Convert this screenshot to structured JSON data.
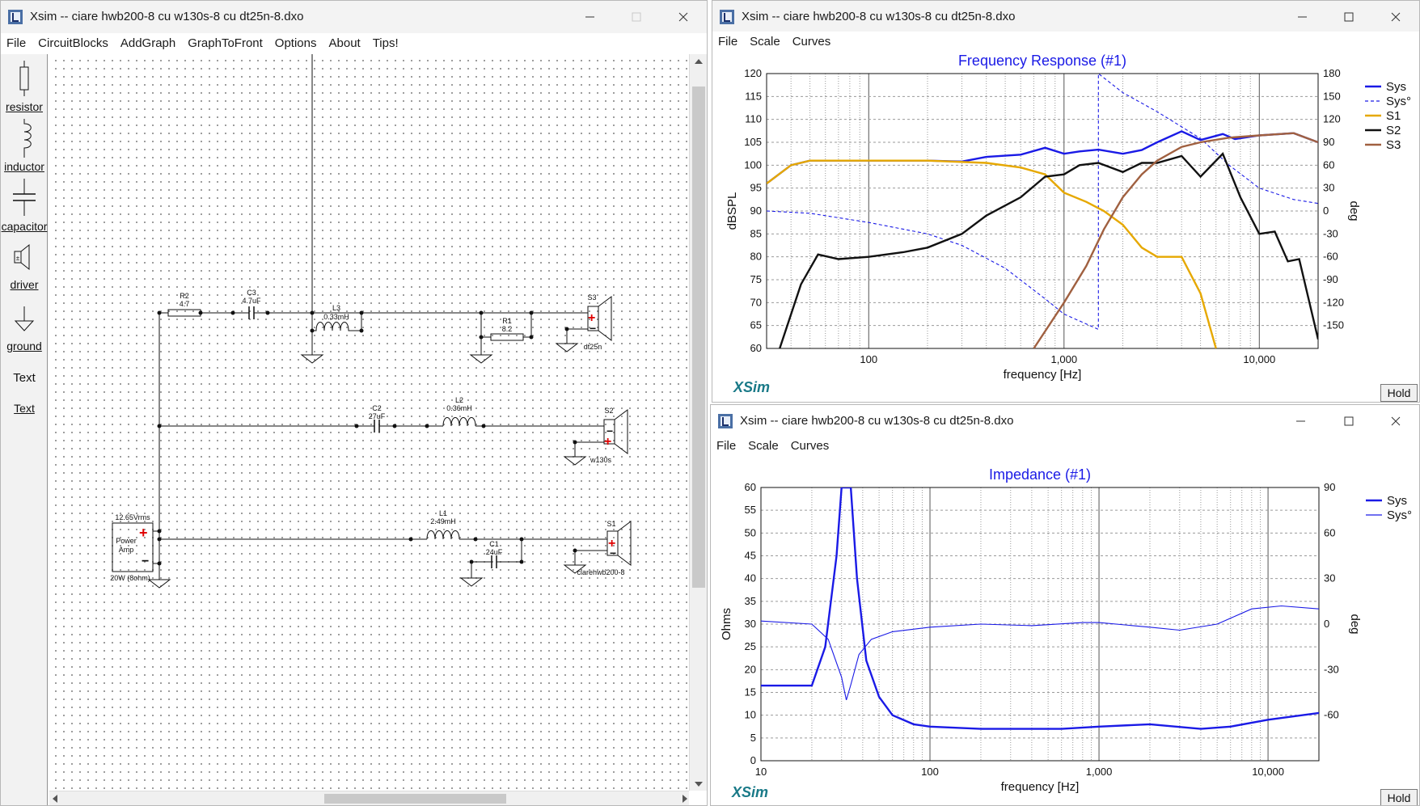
{
  "windows": {
    "main": {
      "title": "Xsim -- ciare hwb200-8 cu w130s-8 cu dt25n-8.dxo",
      "menu": [
        "File",
        "CircuitBlocks",
        "AddGraph",
        "GraphToFront",
        "Options",
        "About",
        "Tips!"
      ]
    },
    "freq": {
      "title": "Xsim -- ciare hwb200-8 cu w130s-8 cu dt25n-8.dxo",
      "menu": [
        "File",
        "Scale",
        "Curves"
      ],
      "logo": "XSim",
      "hold": "Hold"
    },
    "imp": {
      "title": "Xsim -- ciare hwb200-8 cu w130s-8 cu dt25n-8.dxo",
      "menu": [
        "File",
        "Scale",
        "Curves"
      ],
      "logo": "XSim",
      "hold": "Hold"
    }
  },
  "palette": [
    {
      "label": "resistor",
      "icon": "resistor-icon"
    },
    {
      "label": "inductor",
      "icon": "inductor-icon"
    },
    {
      "label": "capacitor",
      "icon": "capacitor-icon"
    },
    {
      "label": "driver",
      "icon": "driver-icon"
    },
    {
      "label": "ground",
      "icon": "ground-icon"
    },
    {
      "label": "Text",
      "icon": "text-tool"
    },
    {
      "label": "Text",
      "icon": "text-tool-underlined"
    }
  ],
  "schematic": {
    "r2": {
      "name": "R2",
      "value": "4.7"
    },
    "c3": {
      "name": "C3",
      "value": "4.7uF"
    },
    "l3": {
      "name": "L3",
      "value": "0.33mH"
    },
    "r1": {
      "name": "R1",
      "value": "8.2"
    },
    "s3": {
      "name": "S3",
      "model": "dt25n"
    },
    "c2": {
      "name": "C2",
      "value": "27uF"
    },
    "l2": {
      "name": "L2",
      "value": "0.36mH"
    },
    "s2": {
      "name": "S2",
      "model": "w130s"
    },
    "l1": {
      "name": "L1",
      "value": "2.49mH"
    },
    "c1": {
      "name": "C1",
      "value": "24uF"
    },
    "s1": {
      "name": "S1",
      "model": "ciarehwb200-8"
    },
    "amp": {
      "line1": "Power",
      "line2": "Amp",
      "voltage": "12.65Vrms",
      "power": "20W (8ohm)"
    }
  },
  "chart_data": [
    {
      "type": "line",
      "title": "Frequency Response (#1)",
      "xlabel": "frequency [Hz]",
      "ylabel": "dBSPL",
      "y2label": "deg",
      "xscale": "log",
      "xlim": [
        30,
        20000
      ],
      "ylim": [
        60,
        120
      ],
      "y2lim": [
        -180,
        180
      ],
      "xticks": [
        "100",
        "1,000",
        "10,000"
      ],
      "yticks": [
        60,
        65,
        70,
        75,
        80,
        85,
        90,
        95,
        100,
        105,
        110,
        115,
        120
      ],
      "y2ticks": [
        -150,
        -120,
        -90,
        -60,
        -30,
        0,
        30,
        60,
        90,
        120,
        150,
        180
      ],
      "grid": true,
      "legend": "right",
      "series": [
        {
          "name": "Sys",
          "color": "#1a1ae6",
          "style": "solid",
          "axis": "left",
          "points": [
            [
              30,
              96
            ],
            [
              40,
              100
            ],
            [
              50,
              101
            ],
            [
              100,
              101
            ],
            [
              200,
              101
            ],
            [
              300,
              100.8
            ],
            [
              400,
              101.8
            ],
            [
              600,
              102.3
            ],
            [
              800,
              103.8
            ],
            [
              1000,
              102.5
            ],
            [
              1200,
              103
            ],
            [
              1500,
              103.4
            ],
            [
              2000,
              102.5
            ],
            [
              2500,
              103.3
            ],
            [
              3000,
              105
            ],
            [
              4000,
              107.4
            ],
            [
              5000,
              105.5
            ],
            [
              6500,
              106.8
            ],
            [
              7500,
              105.7
            ],
            [
              10000,
              106.5
            ],
            [
              15000,
              107
            ],
            [
              20000,
              105
            ]
          ]
        },
        {
          "name": "Sys°",
          "color": "#1a1ae6",
          "style": "dashed",
          "axis": "right",
          "points": [
            [
              30,
              0
            ],
            [
              50,
              -3
            ],
            [
              100,
              -15
            ],
            [
              200,
              -30
            ],
            [
              300,
              -45
            ],
            [
              500,
              -75
            ],
            [
              800,
              -115
            ],
            [
              1000,
              -135
            ],
            [
              1500,
              -155
            ],
            [
              1500,
              180
            ],
            [
              2000,
              155
            ],
            [
              3000,
              130
            ],
            [
              5000,
              95
            ],
            [
              7000,
              60
            ],
            [
              10000,
              30
            ],
            [
              15000,
              15
            ],
            [
              20000,
              10
            ]
          ]
        },
        {
          "name": "S1",
          "color": "#e6a800",
          "style": "solid",
          "axis": "left",
          "points": [
            [
              30,
              96
            ],
            [
              40,
              100
            ],
            [
              50,
              101
            ],
            [
              100,
              101
            ],
            [
              200,
              101
            ],
            [
              400,
              100.5
            ],
            [
              600,
              99.5
            ],
            [
              800,
              98
            ],
            [
              1000,
              94
            ],
            [
              1300,
              92
            ],
            [
              1600,
              90
            ],
            [
              2000,
              87
            ],
            [
              2500,
              82
            ],
            [
              3000,
              80
            ],
            [
              4000,
              80
            ],
            [
              5000,
              72
            ],
            [
              6000,
              60
            ]
          ]
        },
        {
          "name": "S2",
          "color": "#111111",
          "style": "solid",
          "axis": "left",
          "points": [
            [
              35,
              60
            ],
            [
              45,
              74
            ],
            [
              55,
              80.5
            ],
            [
              70,
              79.5
            ],
            [
              100,
              80
            ],
            [
              150,
              81
            ],
            [
              200,
              82
            ],
            [
              300,
              85
            ],
            [
              400,
              89
            ],
            [
              600,
              93
            ],
            [
              800,
              97.5
            ],
            [
              1000,
              98
            ],
            [
              1200,
              100
            ],
            [
              1500,
              100.5
            ],
            [
              2000,
              98.5
            ],
            [
              2500,
              100.5
            ],
            [
              3000,
              100.5
            ],
            [
              4000,
              102
            ],
            [
              5000,
              97.5
            ],
            [
              6500,
              102.5
            ],
            [
              8000,
              93
            ],
            [
              10000,
              85
            ],
            [
              12000,
              85.5
            ],
            [
              14000,
              79
            ],
            [
              16000,
              79.5
            ],
            [
              20000,
              62
            ]
          ]
        },
        {
          "name": "S3",
          "color": "#a06040",
          "style": "solid",
          "axis": "left",
          "points": [
            [
              700,
              60
            ],
            [
              1000,
              70
            ],
            [
              1300,
              78
            ],
            [
              1600,
              86
            ],
            [
              2000,
              93
            ],
            [
              2500,
              98
            ],
            [
              3000,
              101
            ],
            [
              4000,
              104
            ],
            [
              5000,
              105
            ],
            [
              7000,
              106
            ],
            [
              10000,
              106.5
            ],
            [
              15000,
              107
            ],
            [
              20000,
              105
            ]
          ]
        }
      ]
    },
    {
      "type": "line",
      "title": "Impedance (#1)",
      "xlabel": "frequency [Hz]",
      "ylabel": "Ohms",
      "y2label": "deg",
      "xscale": "log",
      "xlim": [
        10,
        20000
      ],
      "ylim": [
        0,
        60
      ],
      "y2lim": [
        -90,
        90
      ],
      "xticks": [
        "10",
        "100",
        "1,000",
        "10,000"
      ],
      "yticks": [
        0,
        5,
        10,
        15,
        20,
        25,
        30,
        35,
        40,
        45,
        50,
        55,
        60
      ],
      "y2ticks": [
        -60,
        -30,
        0,
        30,
        60,
        90
      ],
      "grid": true,
      "legend": "right",
      "series": [
        {
          "name": "Sys",
          "color": "#1a1ae6",
          "style": "solid",
          "axis": "left",
          "points": [
            [
              10,
              16.5
            ],
            [
              20,
              16.5
            ],
            [
              24,
              25
            ],
            [
              28,
              45
            ],
            [
              30,
              60
            ],
            [
              34,
              60
            ],
            [
              37,
              40
            ],
            [
              42,
              22
            ],
            [
              50,
              14
            ],
            [
              60,
              10
            ],
            [
              80,
              8
            ],
            [
              100,
              7.5
            ],
            [
              200,
              7
            ],
            [
              400,
              7
            ],
            [
              600,
              7
            ],
            [
              1000,
              7.5
            ],
            [
              2000,
              8
            ],
            [
              4000,
              7
            ],
            [
              6000,
              7.5
            ],
            [
              10000,
              9
            ],
            [
              20000,
              10.5
            ]
          ]
        },
        {
          "name": "Sys°",
          "color": "#1a1ae6",
          "style": "solid-thin",
          "axis": "right",
          "points": [
            [
              10,
              2
            ],
            [
              20,
              0
            ],
            [
              25,
              -10
            ],
            [
              30,
              -35
            ],
            [
              32,
              -50
            ],
            [
              34,
              -40
            ],
            [
              38,
              -20
            ],
            [
              45,
              -10
            ],
            [
              60,
              -5
            ],
            [
              100,
              -2
            ],
            [
              200,
              0
            ],
            [
              400,
              -1
            ],
            [
              800,
              1
            ],
            [
              1000,
              1
            ],
            [
              2000,
              -2
            ],
            [
              3000,
              -4
            ],
            [
              5000,
              0
            ],
            [
              8000,
              10
            ],
            [
              12000,
              12
            ],
            [
              20000,
              10
            ]
          ]
        }
      ]
    }
  ]
}
